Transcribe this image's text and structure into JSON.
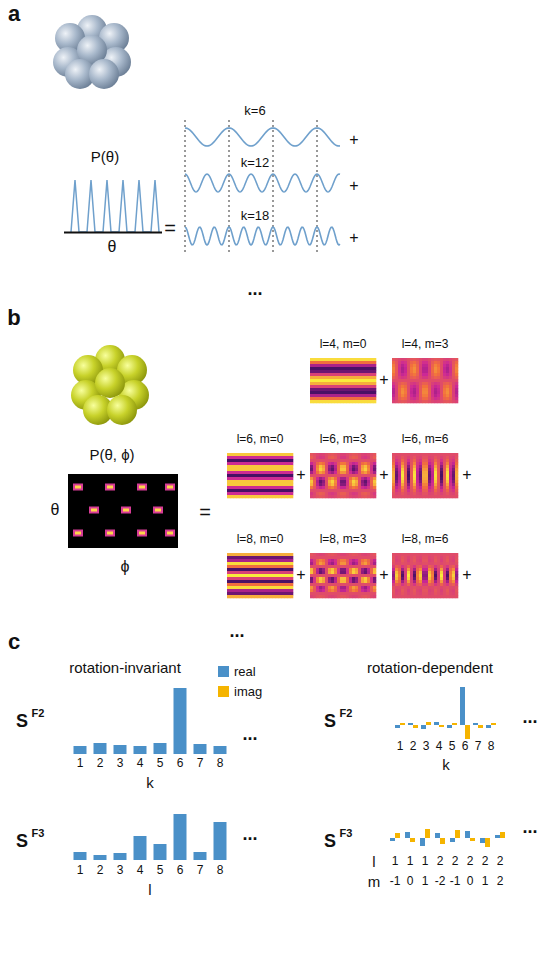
{
  "diagram": {
    "labels": [
      "a",
      "P(θ)",
      "θ",
      "=",
      "k=6",
      "+",
      "k=12",
      "+",
      "k=18",
      "+",
      "...",
      "b",
      "P(θ, ϕ)",
      "θ",
      "ϕ",
      "=",
      "l=4, m=0",
      "+",
      "l=4, m=3",
      "l=6, m=0",
      "+",
      "l=6, m=3",
      "+",
      "l=6, m=6",
      "+",
      "l=8, m=0",
      "+",
      "l=8, m=3",
      "+",
      "l=8, m=6",
      "+",
      "...",
      "c",
      "rotation-invariant",
      "rotation-dependent",
      "S",
      "F2",
      "1",
      "2",
      "3",
      "4",
      "5",
      "6",
      "7",
      "8",
      "k",
      "...",
      "S",
      "F3",
      "1",
      "2",
      "3",
      "4",
      "5",
      "6",
      "7",
      "8",
      "l",
      "...",
      "S",
      "F2",
      "1",
      "2",
      "3",
      "4",
      "5",
      "6",
      "7",
      "8",
      "k",
      "...",
      "S",
      "F3",
      "l",
      "1",
      "1",
      "1",
      "2",
      "2",
      "2",
      "2",
      "2",
      "m",
      "-1",
      "0",
      "1",
      "-2",
      "-1",
      "0",
      "1",
      "2",
      "..."
    ],
    "legend": [
      {
        "text": "real",
        "color": "#4a90c8"
      },
      {
        "text": "imag",
        "color": "#f5b400"
      }
    ]
  }
}
